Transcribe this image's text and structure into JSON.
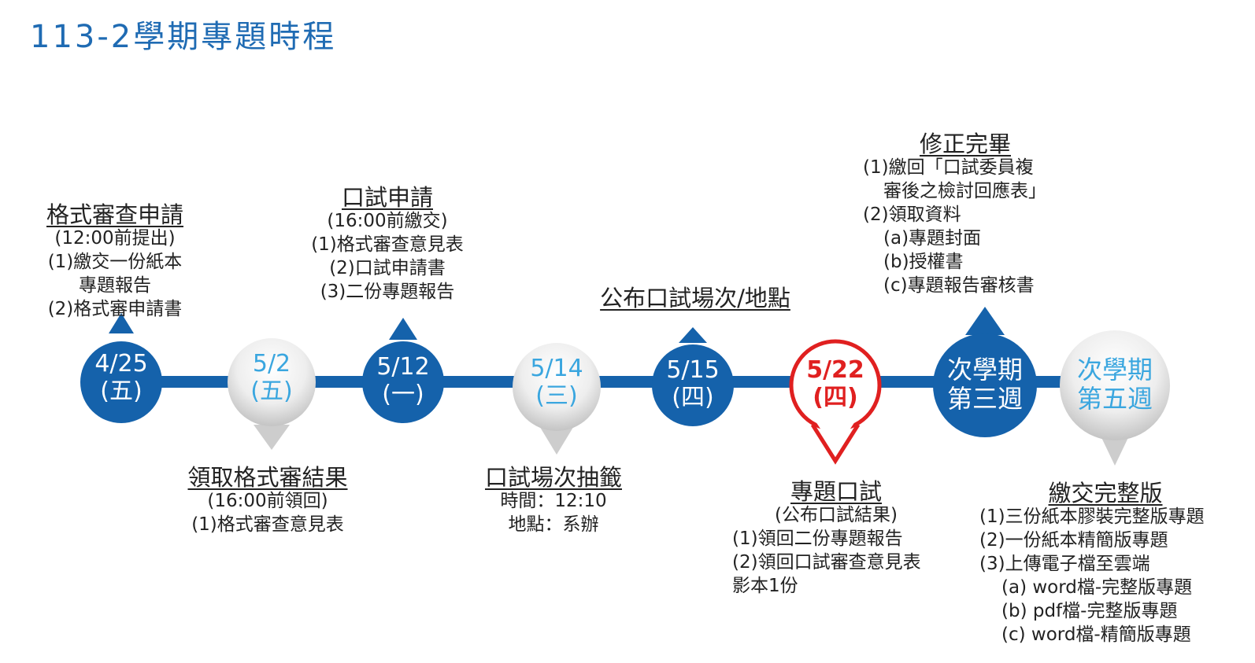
{
  "title": "113-2學期專題時程",
  "colors": {
    "dark": "#1562ab",
    "light_top": "#f3f3f3",
    "light_bottom": "#c9c9c9",
    "red": "#e02020",
    "bar": "#1562ab"
  },
  "milestones": [
    {
      "date": "4/25",
      "weekday": "(五)"
    },
    {
      "date": "5/2",
      "weekday": "(五)"
    },
    {
      "date": "5/12",
      "weekday": "(一)"
    },
    {
      "date": "5/14",
      "weekday": "(三)"
    },
    {
      "date": "5/15",
      "weekday": "(四)"
    },
    {
      "date": "5/22",
      "weekday": "(四)"
    },
    {
      "date": "次學期",
      "weekday": "第三週"
    },
    {
      "date": "次學期",
      "weekday": "第五週"
    }
  ],
  "events": {
    "e1": {
      "heading": "格式審查申請",
      "lines": [
        "(12:00前提出)",
        "(1)繳交一份紙本",
        "專題報告",
        "(2)格式審申請書"
      ]
    },
    "e2": {
      "heading": "領取格式審結果",
      "lines": [
        "(16:00前領回)",
        "(1)格式審查意見表"
      ]
    },
    "e3": {
      "heading": "口試申請",
      "lines": [
        "(16:00前繳交)",
        "(1)格式審查意見表",
        "(2)口試申請書",
        "(3)二份專題報告"
      ]
    },
    "e4": {
      "heading": "口試場次抽籤",
      "lines": [
        "時間：12:10",
        "地點：系辦"
      ]
    },
    "e5": {
      "heading": "公布口試場次/地點",
      "lines": []
    },
    "e6": {
      "heading": "專題口試",
      "lines": [
        "(公布口試結果)",
        "(1)領回二份專題報告",
        "(2)領回口試審查意見表",
        "影本1份"
      ]
    },
    "e7": {
      "heading": "修正完畢",
      "lines": [
        "(1)繳回「口試委員複",
        "審後之檢討回應表」",
        "(2)領取資料",
        "(a)專題封面",
        "(b)授權書",
        "(c)專題報告審核書"
      ]
    },
    "e8": {
      "heading": "繳交完整版",
      "lines": [
        "(1)三份紙本膠裝完整版專題",
        "(2)一份紙本精簡版專題",
        "(3)上傳電子檔至雲端",
        "(a) word檔-完整版專題",
        "(b) pdf檔-完整版專題",
        "(c) word檔-精簡版專題"
      ]
    }
  }
}
